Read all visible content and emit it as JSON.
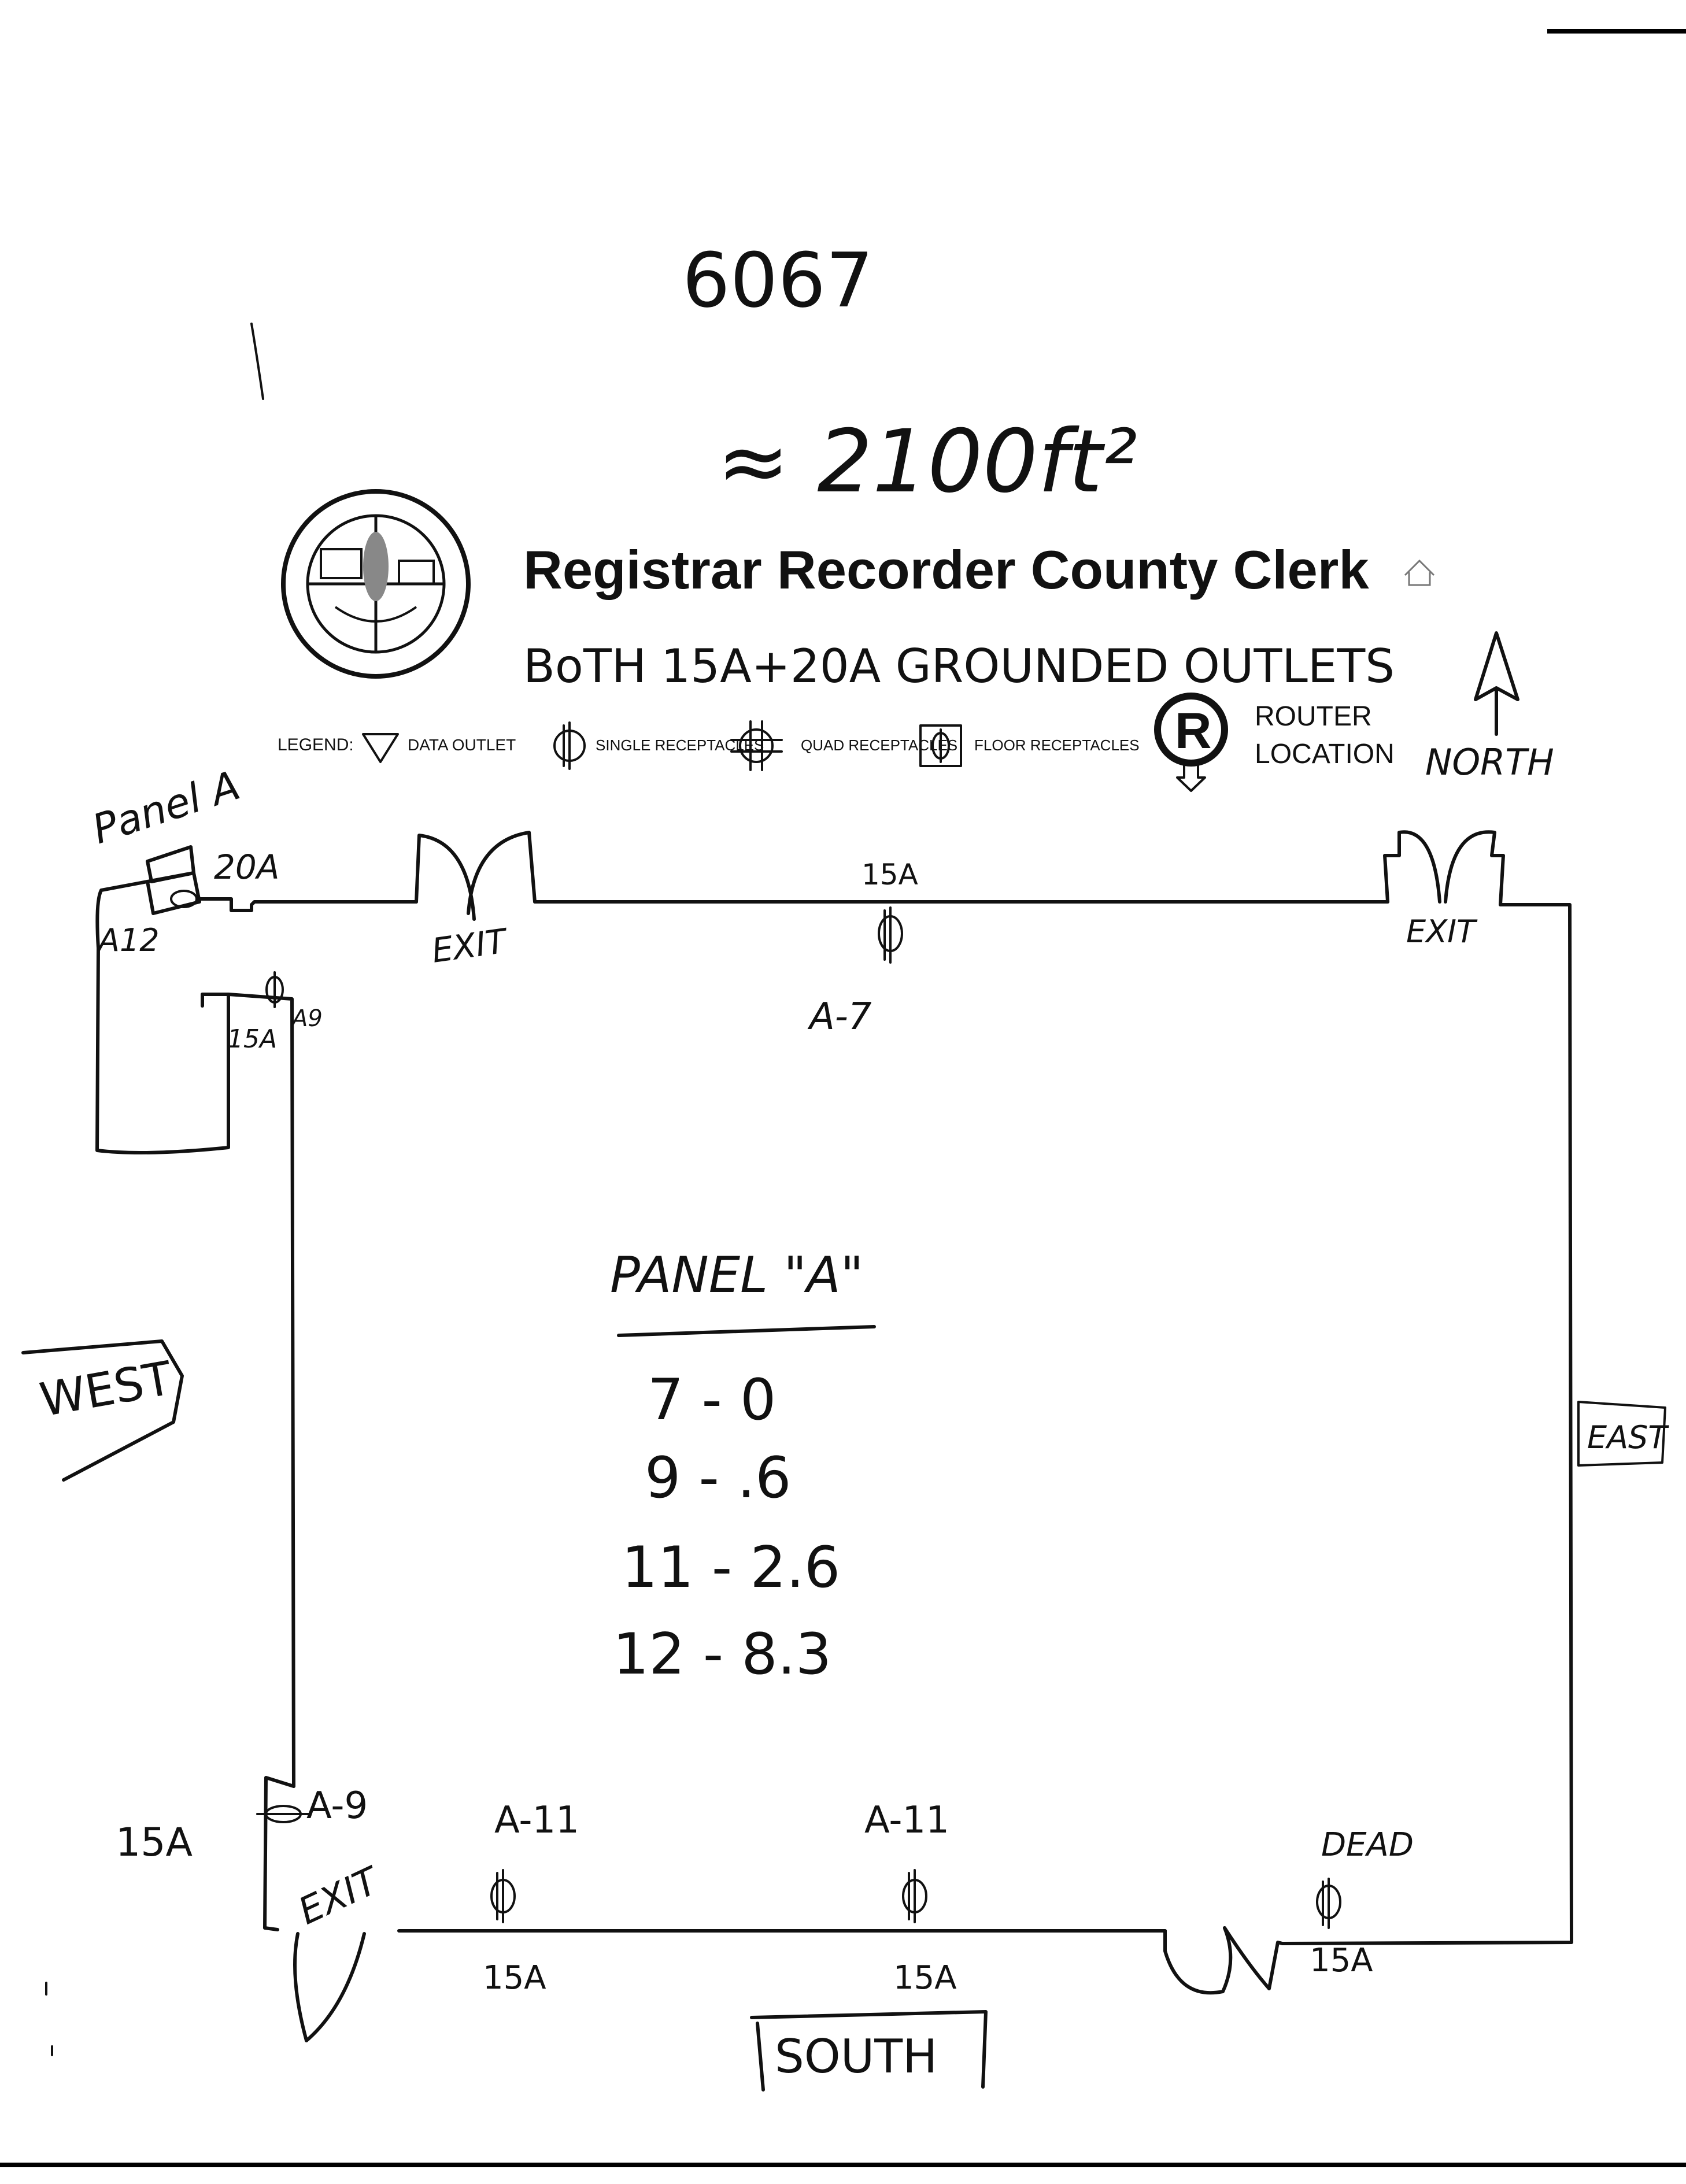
{
  "header": {
    "number": "6067",
    "area": "≈ 2100ft²",
    "org_name": "Registrar Recorder County Clerk",
    "note": "BoTH 15A+20A GROUNDED OUTLETS"
  },
  "legend": {
    "label": "LEGEND:",
    "items": [
      {
        "icon": "triangle-down-icon",
        "text": "DATA OUTLET"
      },
      {
        "icon": "single-receptacle-icon",
        "text": "SINGLE RECEPTACLES"
      },
      {
        "icon": "quad-receptacle-icon",
        "text": "QUAD RECEPTACLES"
      },
      {
        "icon": "floor-receptacle-icon",
        "text": "FLOOR RECEPTACLES"
      },
      {
        "icon": "router-icon",
        "text": "ROUTER LOCATION",
        "line1": "ROUTER",
        "line2": "LOCATION"
      }
    ],
    "router_letter": "R",
    "north": "NORTH"
  },
  "labels": {
    "panel": "Panel A",
    "panel_amp": "20A",
    "panel_circuit": "A12",
    "small_amp": "15A",
    "small_circuit": "A9",
    "exit_nw": "EXIT",
    "exit_ne": "EXIT",
    "exit_sw": "EXIT",
    "north_outlet_amp": "15A",
    "north_outlet_circuit": "A-7",
    "west": "WEST",
    "east": "EAST",
    "south": "SOUTH",
    "sw_amp": "15A",
    "sw_circuit": "A-9",
    "south_outlets": [
      {
        "circuit": "A-11",
        "amp": "15A"
      },
      {
        "circuit": "A-11",
        "amp": "15A"
      },
      {
        "circuit": "DEAD",
        "amp": "15A"
      }
    ]
  },
  "panel_table": {
    "title": "PANEL \"A\"",
    "rows": [
      "7 - 0",
      "9 - .6",
      "11 - 2.6",
      "12 - 8.3"
    ]
  }
}
